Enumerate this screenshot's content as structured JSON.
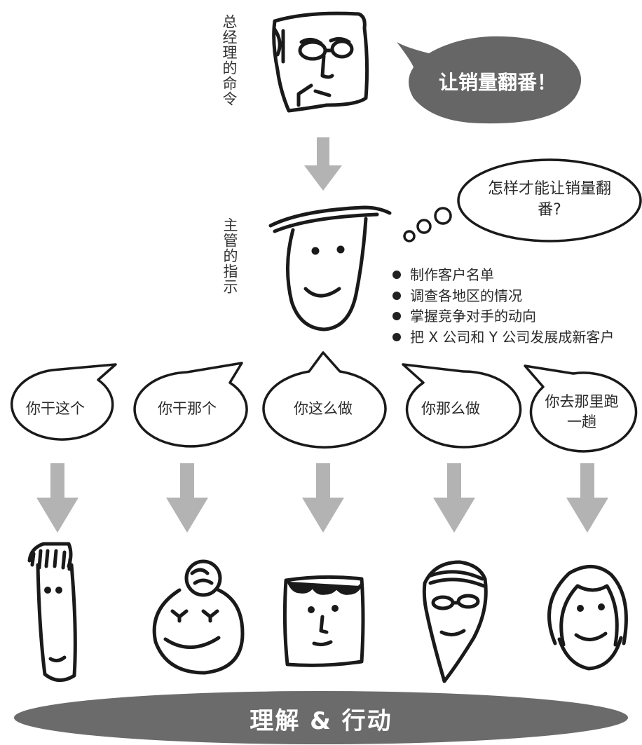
{
  "gm": {
    "label": "总经理的命令",
    "speech": "让销量翻番！"
  },
  "supervisor": {
    "label": "主管的指示",
    "thought": "怎样才能让销量翻番?",
    "tasks": [
      "制作客户名单",
      "调查各地区的情况",
      "掌握竞争对手的动向",
      "把 X 公司和 Y 公司发展成新客户"
    ]
  },
  "instructions": [
    "你干这个",
    "你干那个",
    "你这么做",
    "你那么做",
    "你去那里跑一趟"
  ],
  "footer": {
    "text": "理解 & 行动"
  },
  "colors": {
    "arrow": "#b3b3b3",
    "dark_bubble": "#666666",
    "footer_ellipse": "#6b6b6b",
    "outline": "#1a1a1a"
  },
  "icons": [
    "gm-face-icon",
    "supervisor-face-icon",
    "employee-face-icon",
    "arrow-down-icon",
    "speech-bubble",
    "thought-bubble"
  ]
}
